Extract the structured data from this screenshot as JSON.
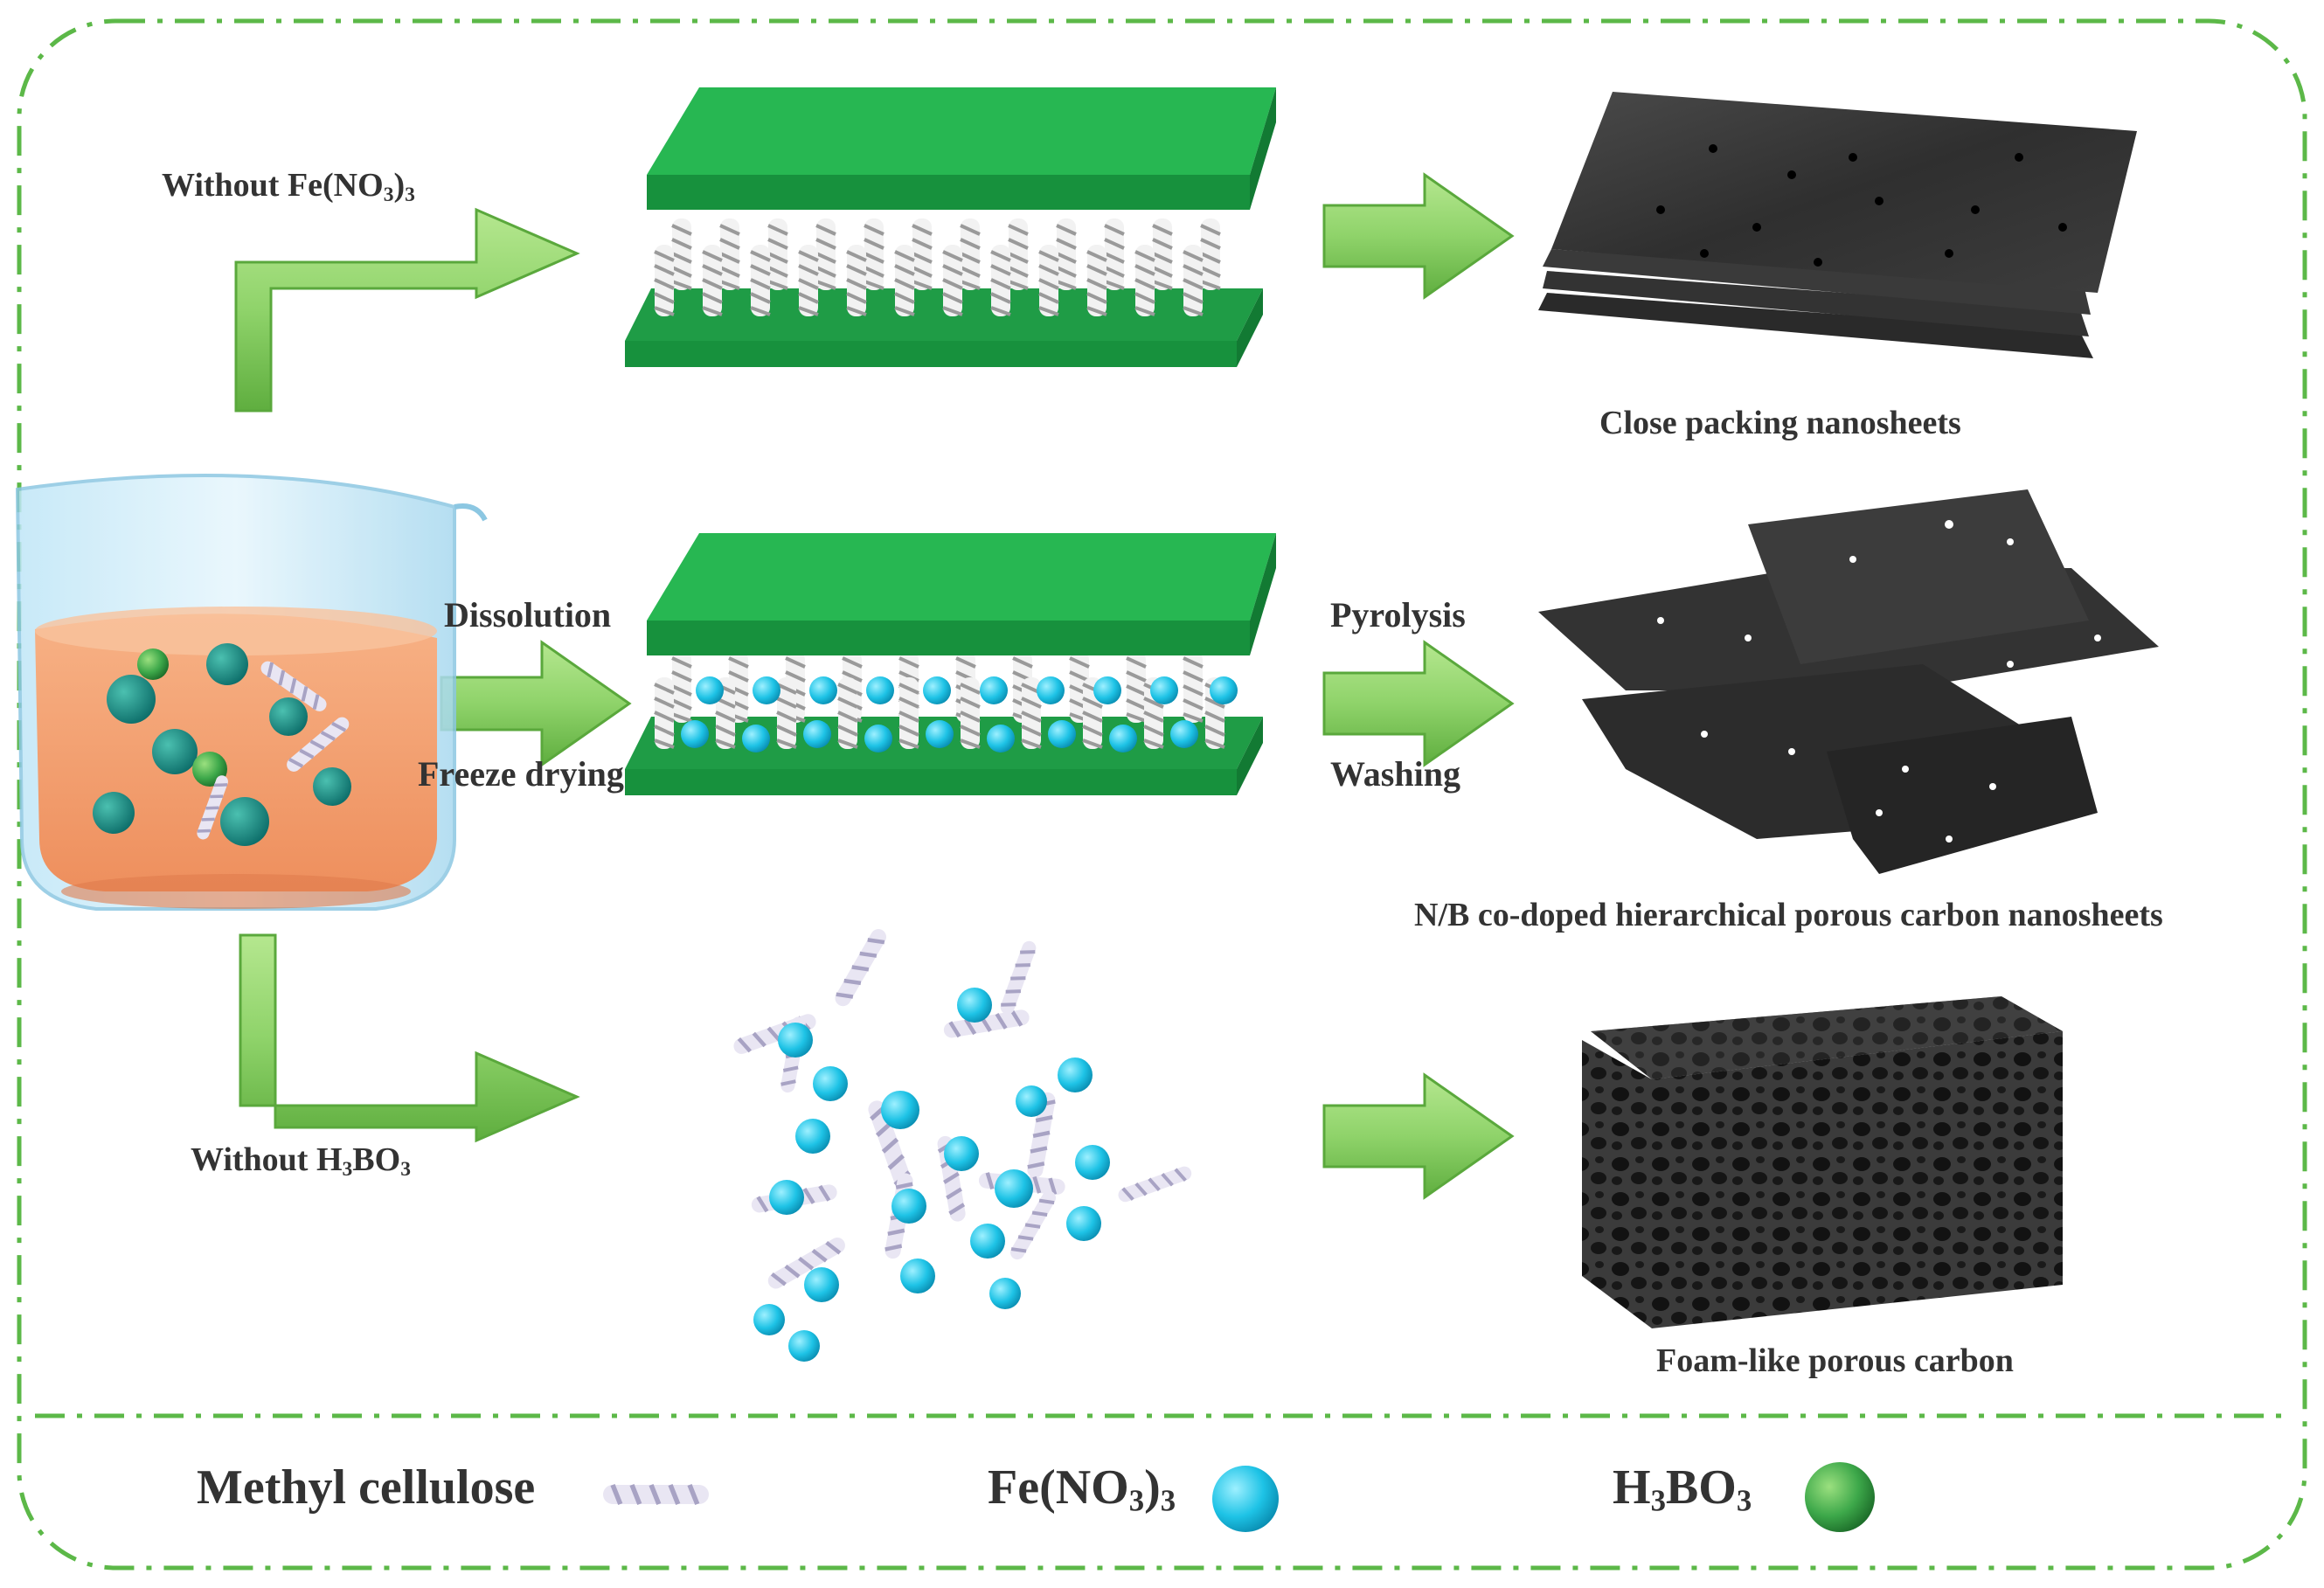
{
  "labels": {
    "without_fe_main": "Without Fe(NO",
    "without_fe_sub": "3",
    "without_fe_close": ")",
    "without_fe_sub2": "3",
    "without_h3bo3_a": "Without H",
    "without_h3bo3_sub1": "3",
    "without_h3bo3_b": "BO",
    "without_h3bo3_sub2": "3",
    "dissolution": "Dissolution",
    "freeze_drying": "Freeze drying",
    "pyrolysis": "Pyrolysis",
    "washing": "Washing",
    "close_packing": "Close packing nanosheets",
    "nb_codoped": "N/B co-doped hierarchical porous carbon nanosheets",
    "foam_like": "Foam-like porous carbon"
  },
  "legend": {
    "methyl_cellulose": "Methyl cellulose",
    "fe_main": "Fe(NO",
    "fe_sub": "3",
    "fe_close": ")",
    "fe_sub2": "3",
    "h3bo3_a": "H",
    "h3bo3_sub1": "3",
    "h3bo3_b": "BO",
    "h3bo3_sub2": "3"
  },
  "colors": {
    "frame": "#5cb848",
    "arrow_fill": "#8fd36a",
    "arrow_edge": "#5aa83c",
    "plate_top": "#23b24f",
    "plate_side": "#17913d",
    "fe_ball": "#1ec3e6",
    "h3bo3_ball": "#3da84a",
    "helix": "#e8e6f2",
    "carbon": "#3a3a3a",
    "beaker_liquid": "#f5a577"
  },
  "icons": [
    "beaker-icon",
    "helix-icon",
    "fe-ball-icon",
    "h3bo3-ball-icon",
    "nanosheet-stack-icon",
    "porous-foam-icon"
  ]
}
